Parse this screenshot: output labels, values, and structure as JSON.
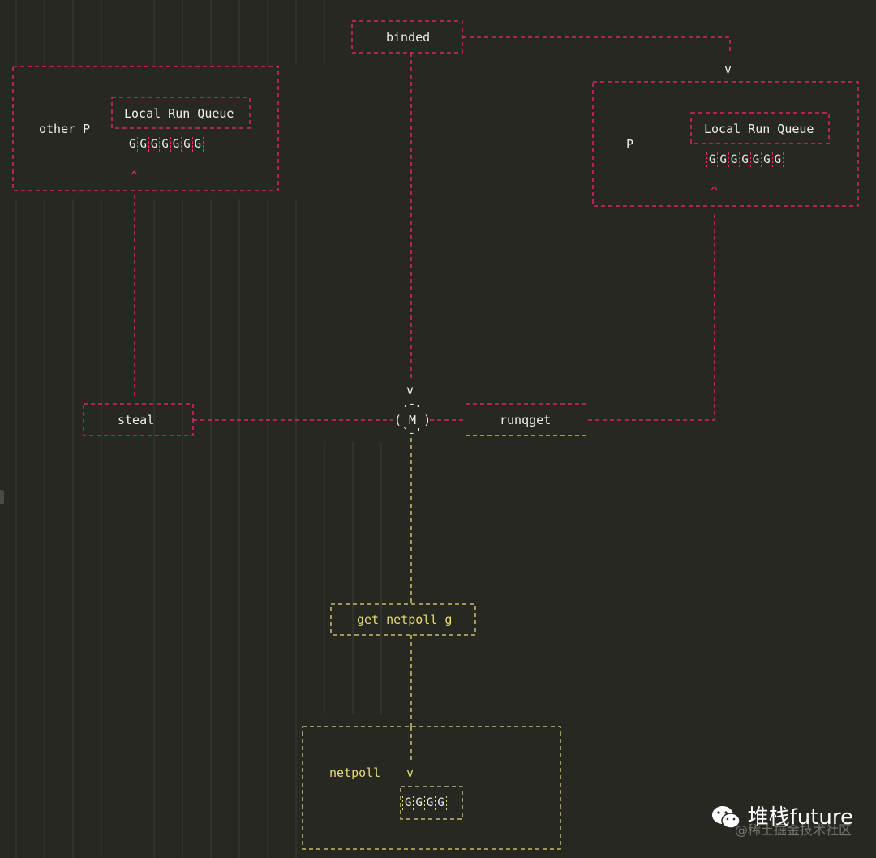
{
  "nodes": {
    "binded": "binded",
    "other_p": "other P",
    "p": "P",
    "local_run_queue_left": "Local Run Queue",
    "local_run_queue_right": "Local Run Queue",
    "m_node": "( M )",
    "steal": "steal",
    "runqget": "runqget",
    "get_netpoll_g": "get netpoll g",
    "netpoll": "netpoll"
  },
  "arrows": {
    "down_top_right": "v",
    "down_to_m": "v",
    "down_in_netpoll": "v",
    "caret_left": "^",
    "caret_right": "^"
  },
  "queues": {
    "left_g": [
      "G",
      "G",
      "G",
      "G",
      "G",
      "G",
      "G"
    ],
    "right_g": [
      "G",
      "G",
      "G",
      "G",
      "G",
      "G",
      "G"
    ],
    "netpoll_g": [
      "G",
      "G",
      "G",
      "G"
    ]
  },
  "watermark": {
    "brand": "堆栈future",
    "sub": "@稀土掘金技术社区",
    "icon": "wechat-icon"
  },
  "colors": {
    "background": "#272822",
    "red_dash": "#f92672",
    "yellow_dash": "#e6db74",
    "text": "#f0f0ea"
  }
}
